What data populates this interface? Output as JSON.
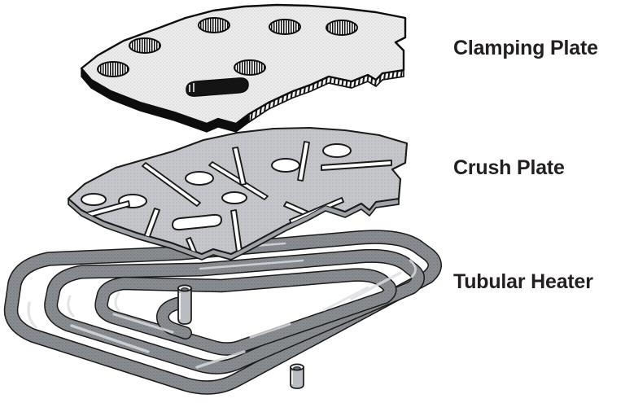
{
  "figure": {
    "kind": "exploded-assembly-diagram",
    "subject": "Tubular heater clamping assembly",
    "background_color": "#ffffff",
    "line_color": "#1a1a1a"
  },
  "labels": [
    {
      "id": "clamping-plate",
      "text": "Clamping Plate"
    },
    {
      "id": "crush-plate",
      "text": "Crush Plate"
    },
    {
      "id": "tubular-heater",
      "text": "Tubular Heater"
    }
  ],
  "components": {
    "clamping_plate": {
      "name": "Clamping Plate",
      "fill_color": "#e9e9ea",
      "edge_color": "#0d0d0d",
      "stipple": true,
      "hole_count": 6,
      "hole_style": "hatched-oval",
      "slot_count": 1,
      "slot_style": "solid-dark-rounded"
    },
    "crush_plate": {
      "name": "Crush Plate",
      "fill_color": "#c3c5c9",
      "edge_color": "#1a1a1a",
      "stipple": true,
      "hole_count": 7,
      "hole_style": "plain-oval",
      "slit_count": 12,
      "slot_count": 1,
      "slot_style": "rounded-rectangle-outline"
    },
    "tubular_heater": {
      "name": "Tubular Heater",
      "tube_fill_color": "#86898d",
      "tube_highlight_color": "#d8dadd",
      "edge_color": "#1a1a1a",
      "loop_count": 3,
      "terminal_count": 2,
      "terminals": [
        {
          "id": "terminal-upper",
          "orientation": "vertical",
          "height": "tall"
        },
        {
          "id": "terminal-lower",
          "orientation": "vertical",
          "height": "short"
        }
      ]
    }
  }
}
